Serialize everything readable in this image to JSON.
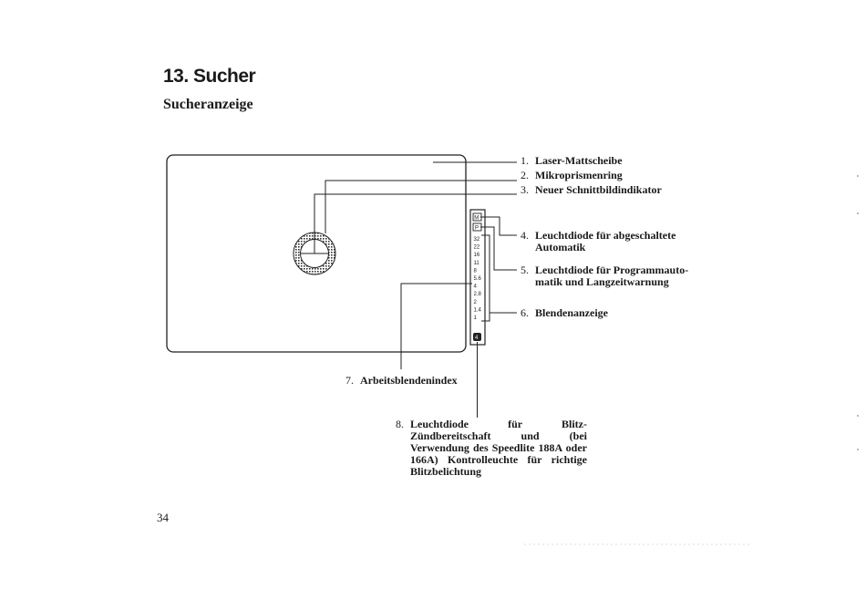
{
  "chapter_title": "13. Sucher",
  "section_title": "Sucheranzeige",
  "labels": [
    {
      "num": "1.",
      "text": "Laser-Mattscheibe",
      "cont": ""
    },
    {
      "num": "2.",
      "text": "Mikroprismenring",
      "cont": ""
    },
    {
      "num": "3.",
      "text": "Neuer Schnittbildindikator",
      "cont": ""
    },
    {
      "num": "4.",
      "text": "Leuchtdiode für abgeschaltete",
      "cont": "Automatik"
    },
    {
      "num": "5.",
      "text": "Leuchtdiode für Programmauto-",
      "cont": "matik und Langzeitwarnung"
    },
    {
      "num": "6.",
      "text": "Blendenanzeige",
      "cont": ""
    },
    {
      "num": "7.",
      "text": "Arbeitsblendenindex",
      "cont": ""
    },
    {
      "num": "8.",
      "text": "Leuchtdiode für Blitz-Zündbereitschaft und (bei Verwendung des Speedlite 188A oder 166A) Kontrolleuchte für richtige Blitzbelichtung",
      "cont": ""
    }
  ],
  "scale": {
    "top_icon_1": "M",
    "top_icon_2": "P",
    "values": [
      "32",
      "22",
      "16",
      "11",
      "8",
      "5.6",
      "4",
      "2.8",
      "2",
      "1.4",
      "1"
    ],
    "flash_icon": "4"
  },
  "page_number": "34"
}
